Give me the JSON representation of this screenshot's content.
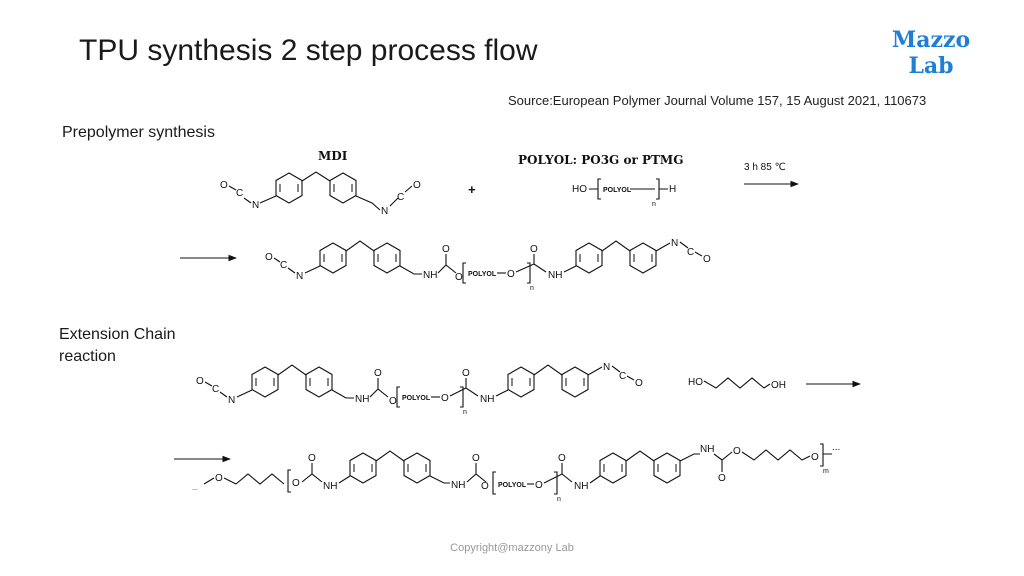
{
  "slide": {
    "title": "TPU synthesis 2 step process flow",
    "logo": [
      "Mazzo",
      "Lab"
    ],
    "source": "Source:European Polymer Journal Volume 157, 15 August 2021, 110673",
    "footer": "Copyright@mazzony Lab"
  },
  "sections": {
    "prepolymer": "Prepolymer synthesis",
    "extension": [
      "Extension Chain",
      "reaction"
    ]
  },
  "scheme": {
    "mdi_label": "MDI",
    "polyol_header": "POLYOL: PO3G or PTMG",
    "plus": "+",
    "condition": "3 h 85 ℃",
    "atoms": {
      "O": "O",
      "C": "C",
      "N": "N",
      "H": "H",
      "HO": "HO",
      "OH": "OH",
      "NH": "NH",
      "n": "n",
      "m": "m",
      "ellipsis": "..."
    },
    "polyol": "POLYOL"
  }
}
